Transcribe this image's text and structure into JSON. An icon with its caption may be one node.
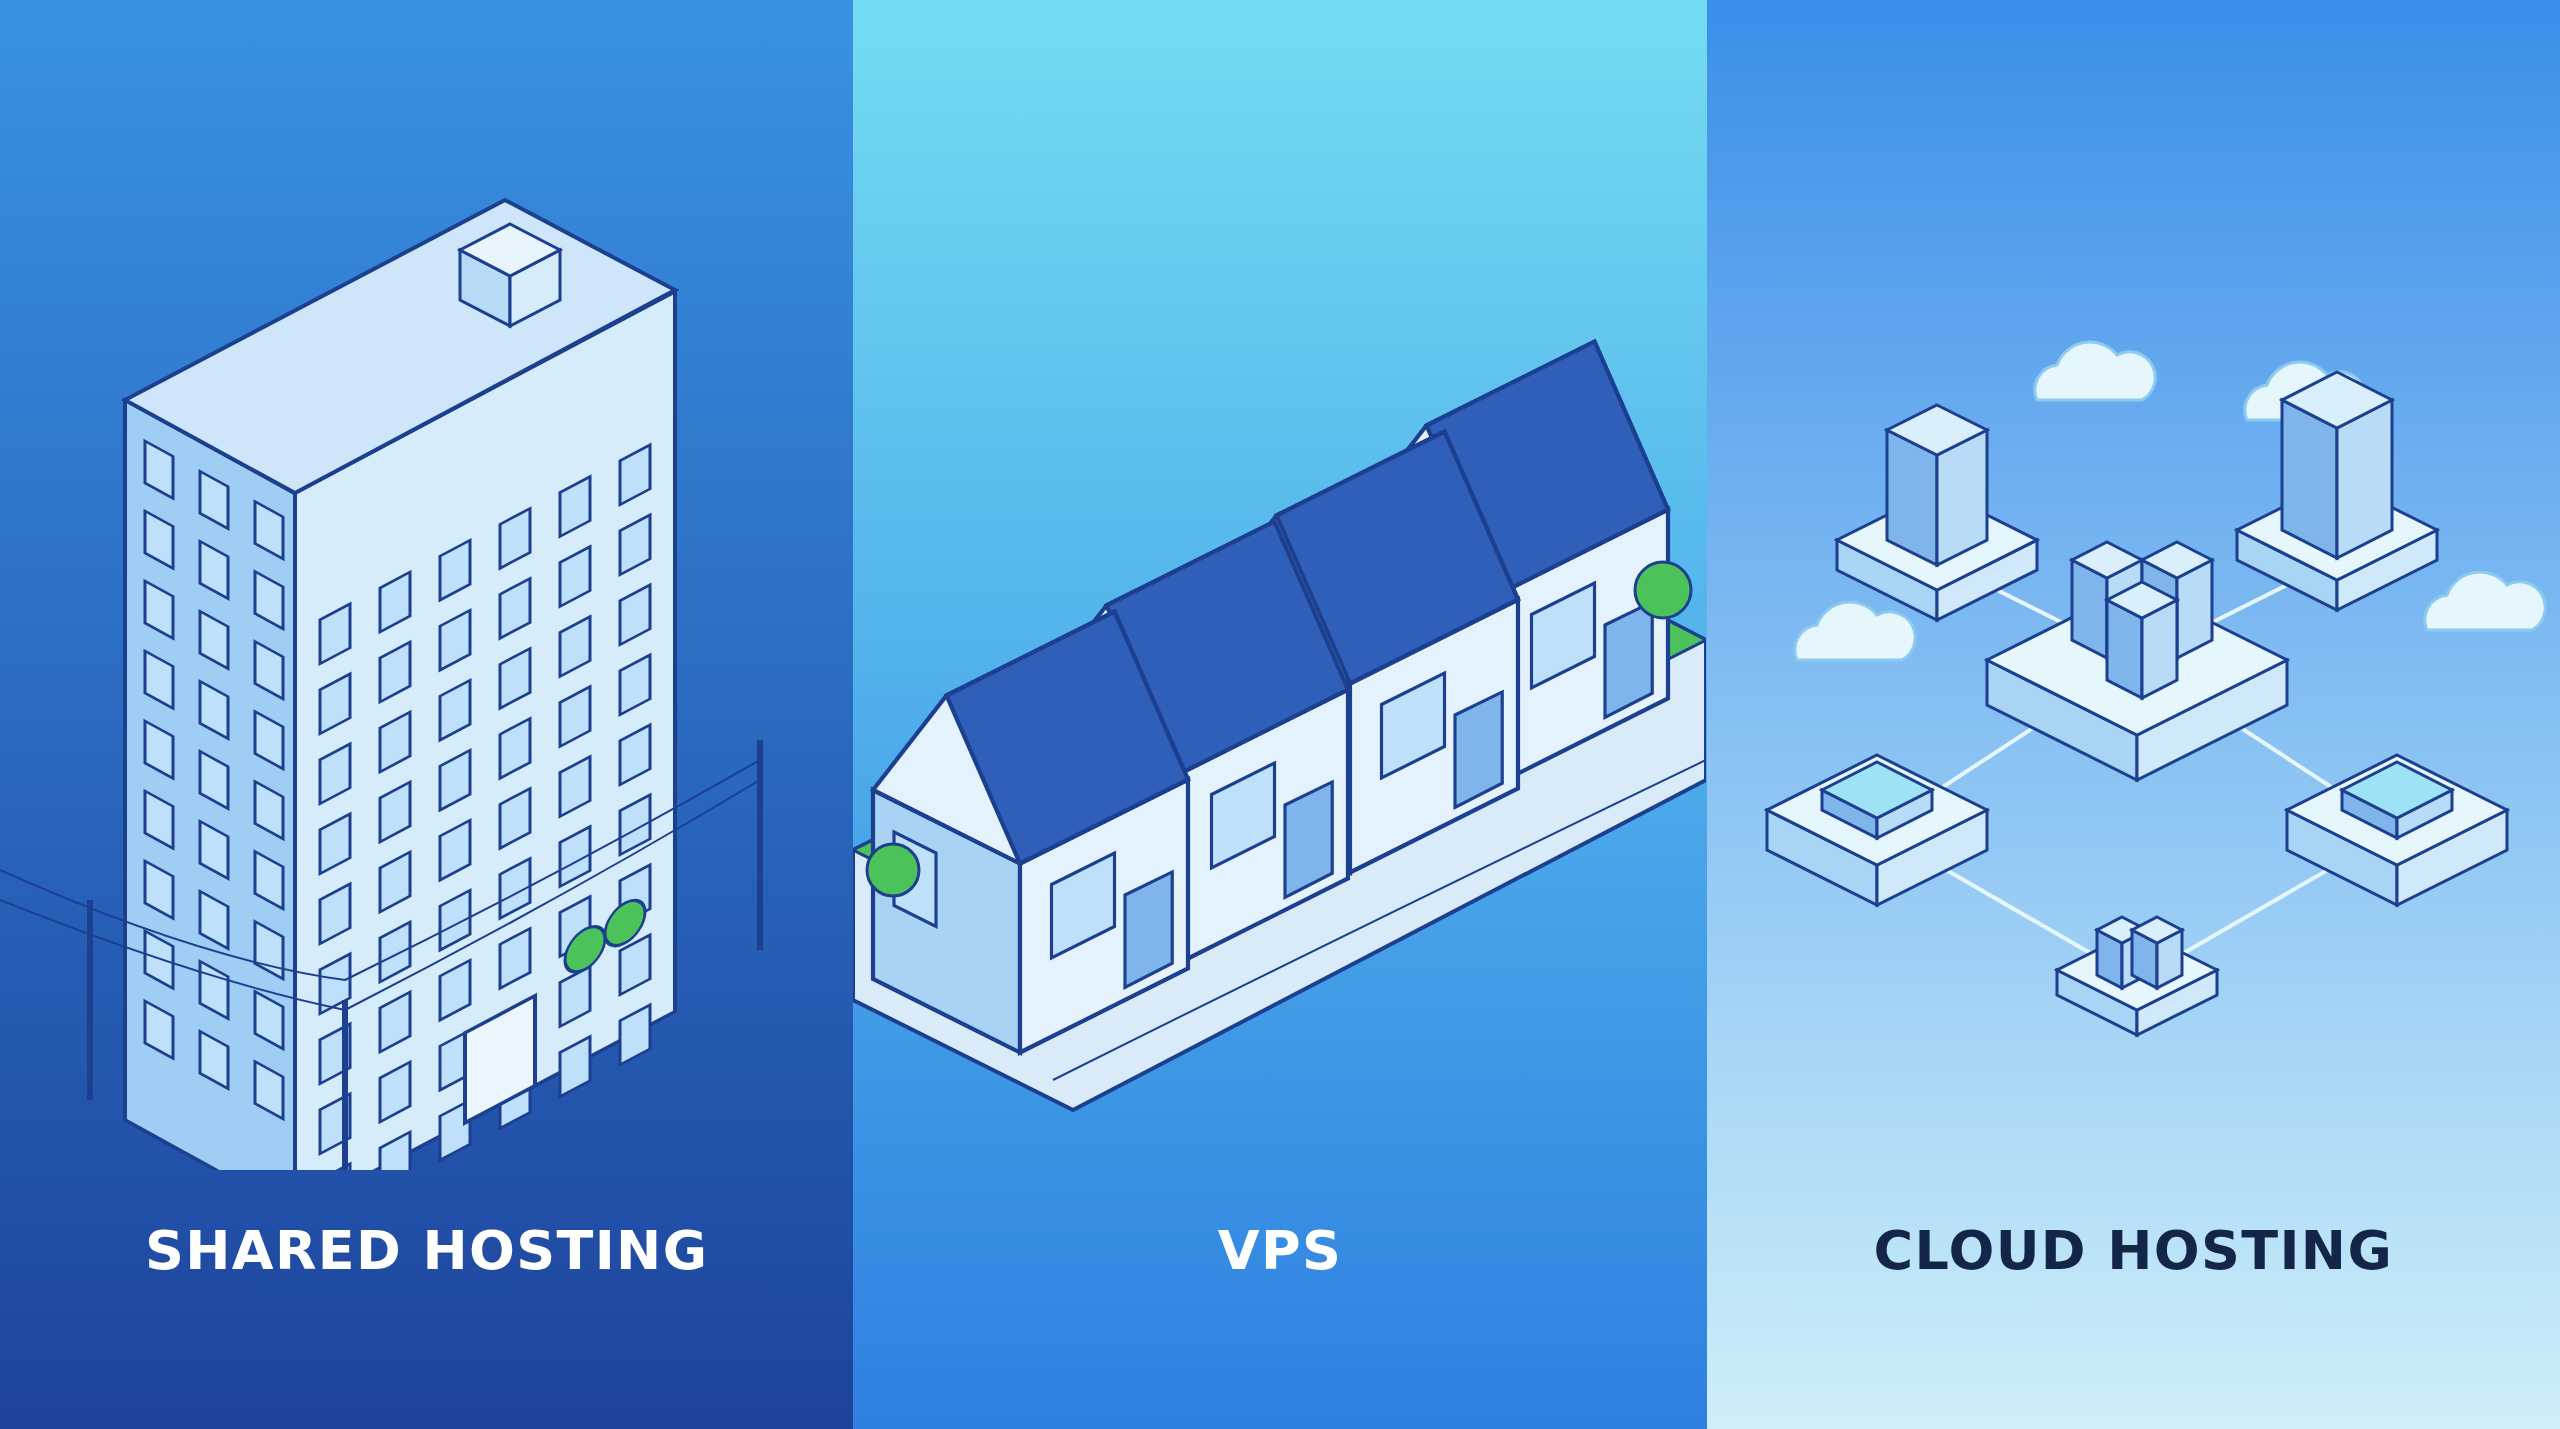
{
  "diagram": {
    "nodes": [
      {
        "text": [
          "SHARED HOSTING"
        ]
      },
      {
        "text": [
          "VPS"
        ]
      },
      {
        "text": [
          "CLOUD HOSTING"
        ]
      }
    ]
  }
}
